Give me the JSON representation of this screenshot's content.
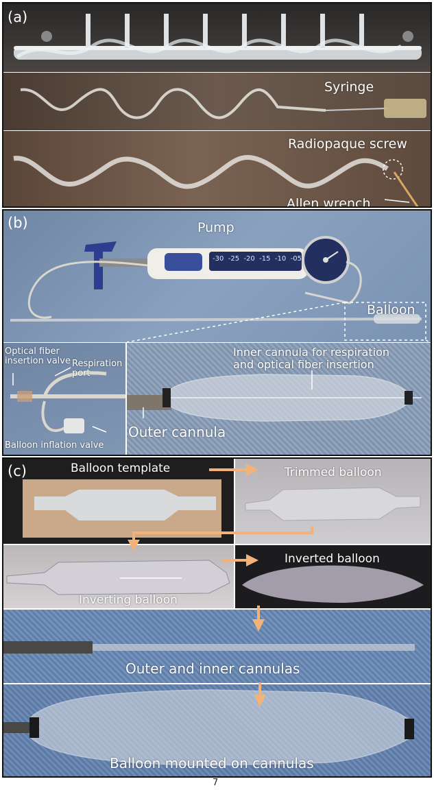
{
  "panels": {
    "a": {
      "letter": "(a)",
      "labels": {
        "syringe": "Syringe",
        "radiopaque_screw": "Radiopaque screw",
        "allen_wrench": "Allen wrench"
      }
    },
    "b": {
      "letter": "(b)",
      "labels": {
        "pump": "Pump",
        "balloon": "Balloon",
        "optical_fiber_valve_line1": "Optical fiber",
        "optical_fiber_valve_line2": "insertion valve",
        "respiration_port_line1": "Respiration",
        "respiration_port_line2": "port",
        "balloon_inflation_valve": "Balloon inflation valve",
        "inner_cannula_line1": "Inner cannula for respiration",
        "inner_cannula_line2": "and optical fiber insertion",
        "outer_cannula": "Outer cannula"
      },
      "gauge_ticks": [
        "-30",
        "-25",
        "-20",
        "-15",
        "-10",
        "-05"
      ]
    },
    "c": {
      "letter": "(c)",
      "labels": {
        "balloon_template": "Balloon template",
        "trimmed_balloon": "Trimmed balloon",
        "inverting_balloon": "Inverting balloon",
        "inverted_balloon": "Inverted balloon",
        "outer_inner_cannulas": "Outer and inner cannulas",
        "balloon_mounted": "Balloon mounted on cannulas"
      }
    }
  },
  "page_number": "7",
  "colors": {
    "arrow_orange": "#f2b27a",
    "panel_border": "#111111",
    "label_white": "#ffffff"
  }
}
